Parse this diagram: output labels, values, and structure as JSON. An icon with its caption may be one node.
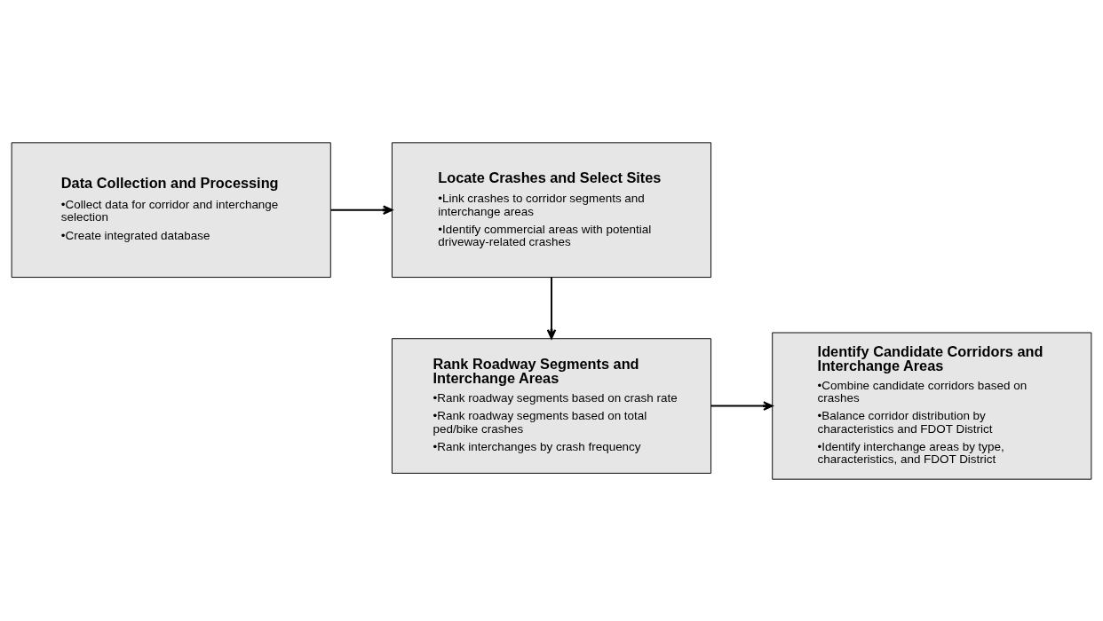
{
  "diagram": {
    "nodes": [
      {
        "text": [
          "Data Collection and Processing",
          "•Collect data for corridor and interchange selection",
          "•Create integrated database"
        ]
      },
      {
        "text": [
          "Locate Crashes and Select Sites",
          "•Link crashes to corridor segments and interchange areas",
          "•Identify commercial areas with potential driveway-related crashes"
        ]
      },
      {
        "text": [
          "Rank Roadway Segments and Interchange Areas",
          "•Rank roadway segments based on crash rate",
          "•Rank roadway segments based on total ped/bike crashes",
          "•Rank interchanges by crash frequency"
        ]
      },
      {
        "text": [
          "Identify Candidate Corridors and Interchange Areas",
          "•Combine candidate corridors based on crashes",
          "•Balance corridor distribution by characteristics and FDOT District",
          "•Identify interchange areas by type, characteristics, and FDOT District"
        ]
      }
    ],
    "edges": [
      {
        "from": 0,
        "to": 1,
        "arrow": "to"
      },
      {
        "from": 1,
        "to": 2,
        "arrow": "to"
      },
      {
        "from": 2,
        "to": 3,
        "arrow": "to"
      }
    ]
  }
}
